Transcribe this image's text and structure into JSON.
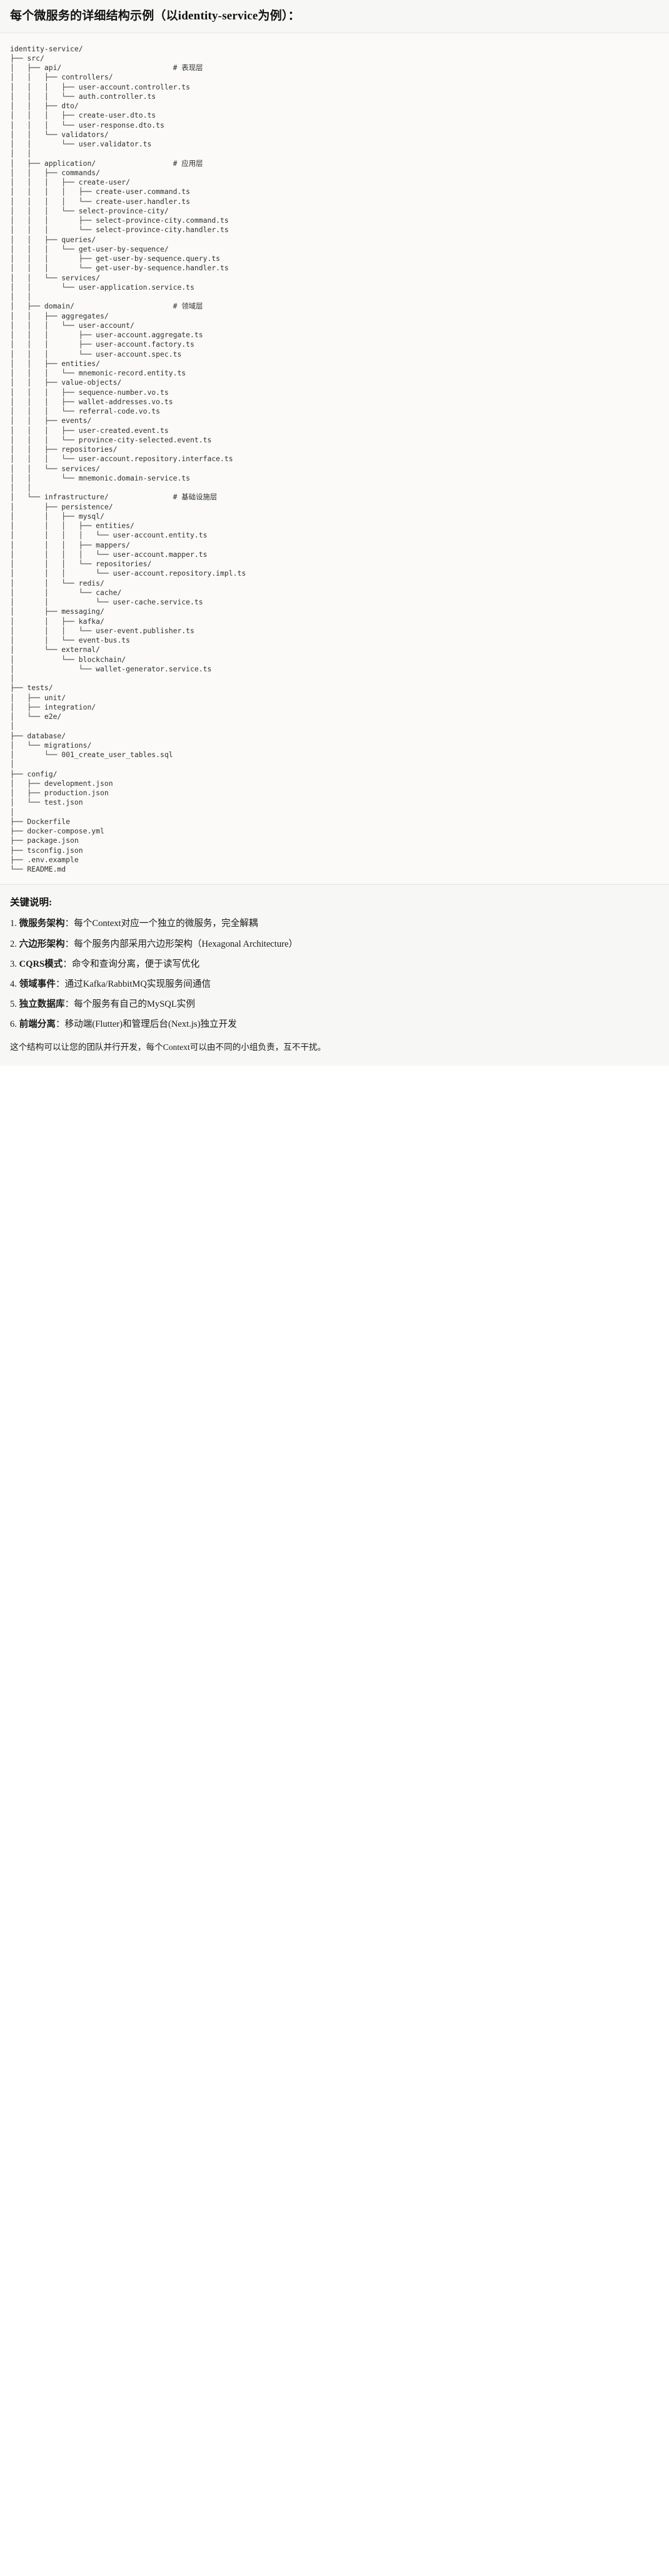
{
  "header": {
    "title": "每个微服务的详细结构示例（以identity-service为例）："
  },
  "tree": {
    "root_label": "identity-service/",
    "lines": [
      "identity-service/",
      "├── src/",
      "│   ├── api/                          # 表现层",
      "│   │   ├── controllers/",
      "│   │   │   ├── user-account.controller.ts",
      "│   │   │   └── auth.controller.ts",
      "│   │   ├── dto/",
      "│   │   │   ├── create-user.dto.ts",
      "│   │   │   └── user-response.dto.ts",
      "│   │   └── validators/",
      "│   │       └── user.validator.ts",
      "│   │",
      "│   ├── application/                  # 应用层",
      "│   │   ├── commands/",
      "│   │   │   ├── create-user/",
      "│   │   │   │   ├── create-user.command.ts",
      "│   │   │   │   └── create-user.handler.ts",
      "│   │   │   └── select-province-city/",
      "│   │   │       ├── select-province-city.command.ts",
      "│   │   │       └── select-province-city.handler.ts",
      "│   │   ├── queries/",
      "│   │   │   └── get-user-by-sequence/",
      "│   │   │       ├── get-user-by-sequence.query.ts",
      "│   │   │       └── get-user-by-sequence.handler.ts",
      "│   │   └── services/",
      "│   │       └── user-application.service.ts",
      "│   │",
      "│   ├── domain/                       # 领域层",
      "│   │   ├── aggregates/",
      "│   │   │   └── user-account/",
      "│   │   │       ├── user-account.aggregate.ts",
      "│   │   │       ├── user-account.factory.ts",
      "│   │   │       └── user-account.spec.ts",
      "│   │   ├── entities/",
      "│   │   │   └── mnemonic-record.entity.ts",
      "│   │   ├── value-objects/",
      "│   │   │   ├── sequence-number.vo.ts",
      "│   │   │   ├── wallet-addresses.vo.ts",
      "│   │   │   └── referral-code.vo.ts",
      "│   │   ├── events/",
      "│   │   │   ├── user-created.event.ts",
      "│   │   │   └── province-city-selected.event.ts",
      "│   │   ├── repositories/",
      "│   │   │   └── user-account.repository.interface.ts",
      "│   │   └── services/",
      "│   │       └── mnemonic.domain-service.ts",
      "│   │",
      "│   └── infrastructure/               # 基础设施层",
      "│       ├── persistence/",
      "│       │   ├── mysql/",
      "│       │   │   ├── entities/",
      "│       │   │   │   └── user-account.entity.ts",
      "│       │   │   ├── mappers/",
      "│       │   │   │   └── user-account.mapper.ts",
      "│       │   │   └── repositories/",
      "│       │   │       └── user-account.repository.impl.ts",
      "│       │   └── redis/",
      "│       │       └── cache/",
      "│       │           └── user-cache.service.ts",
      "│       ├── messaging/",
      "│       │   ├── kafka/",
      "│       │   │   └── user-event.publisher.ts",
      "│       │   └── event-bus.ts",
      "│       └── external/",
      "│           └── blockchain/",
      "│               └── wallet-generator.service.ts",
      "│",
      "├── tests/",
      "│   ├── unit/",
      "│   ├── integration/",
      "│   └── e2e/",
      "│",
      "├── database/",
      "│   └── migrations/",
      "│       └── 001_create_user_tables.sql",
      "│",
      "├── config/",
      "│   ├── development.json",
      "│   ├── production.json",
      "│   └── test.json",
      "│",
      "├── Dockerfile",
      "├── docker-compose.yml",
      "├── package.json",
      "├── tsconfig.json",
      "├── .env.example",
      "└── README.md"
    ],
    "layer_comments": [
      {
        "path": "api/",
        "comment": "# 表现层"
      },
      {
        "path": "application/",
        "comment": "# 应用层"
      },
      {
        "path": "domain/",
        "comment": "# 领域层"
      },
      {
        "path": "infrastructure/",
        "comment": "# 基础设施层"
      }
    ]
  },
  "notes": {
    "heading": "关键说明:",
    "items": [
      {
        "term": "微服务架构",
        "desc": "：每个Context对应一个独立的微服务，完全解耦"
      },
      {
        "term": "六边形架构",
        "desc": "：每个服务内部采用六边形架构（Hexagonal Architecture）"
      },
      {
        "term": "CQRS模式",
        "desc": "：命令和查询分离，便于读写优化"
      },
      {
        "term": "领域事件",
        "desc": "：通过Kafka/RabbitMQ实现服务间通信"
      },
      {
        "term": "独立数据库",
        "desc": "：每个服务有自己的MySQL实例"
      },
      {
        "term": "前端分离",
        "desc": "：移动端(Flutter)和管理后台(Next.js)独立开发"
      }
    ],
    "closing": "这个结构可以让您的团队并行开发，每个Context可以由不同的小组负责，互不干扰。"
  },
  "colors": {
    "header_bg": "#f7f7f5",
    "code_bg": "#fbfaf8",
    "notes_bg": "#f7f7f5",
    "text": "#1f2328",
    "code_text": "#2b2f33",
    "divider": "#e6e4df"
  }
}
